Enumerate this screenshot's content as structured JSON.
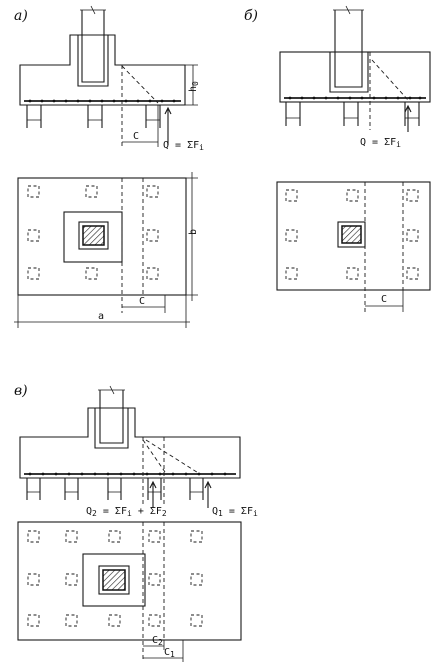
{
  "panels": {
    "a": {
      "label": "a)",
      "dim_h0": "h",
      "dim_h0_sub": "0",
      "dim_c_section": "C",
      "force": "Q = ΣF",
      "force_sub": "i",
      "dim_b": "b",
      "dim_c_plan": "C",
      "dim_a": "a"
    },
    "b": {
      "label": "б)",
      "force": "Q = ΣF",
      "force_sub": "i",
      "dim_c_plan": "C"
    },
    "c": {
      "label": "в)",
      "force_q2": "Q",
      "force_q2_sub": "2",
      "force_q2_rest": " = ΣF",
      "force_q2_sub2": "i",
      "force_q2_rest2": " + ΣF",
      "force_q2_sub3": "2",
      "force_q1": "Q",
      "force_q1_sub": "1",
      "force_q1_rest": " = ΣF",
      "force_q1_sub2": "i",
      "dim_c2": "C",
      "dim_c2_sub": "2",
      "dim_c1": "C",
      "dim_c1_sub": "1"
    }
  }
}
